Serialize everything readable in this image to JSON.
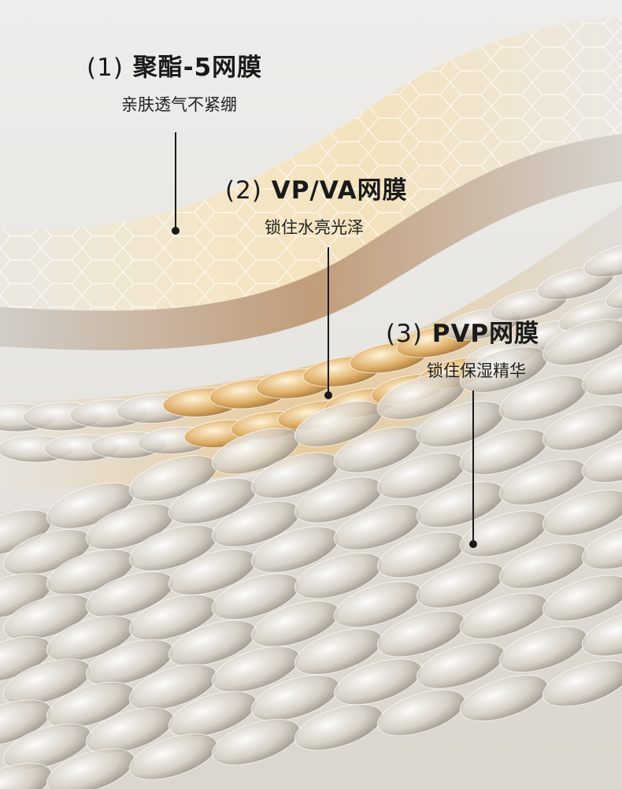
{
  "layers": [
    {
      "number": "(1)",
      "name": "聚酯-5网膜",
      "description": "亲肤透气不紧绷"
    },
    {
      "number": "(2)",
      "name": "VP/VA网膜",
      "description": "锁住水亮光泽"
    },
    {
      "number": "(3)",
      "name": "PVP网膜",
      "description": "锁住保湿精华"
    }
  ],
  "colors": {
    "text": "#1a1a1a",
    "gold": "#d8a860",
    "membrane": "#f1e3c4"
  }
}
